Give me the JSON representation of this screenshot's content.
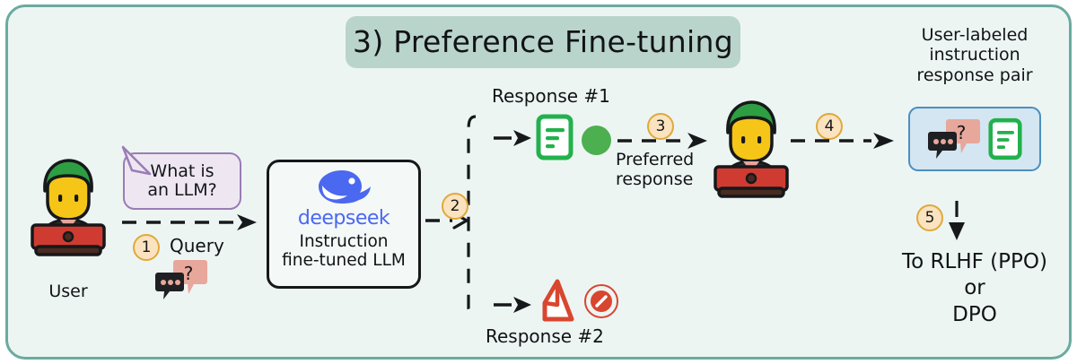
{
  "diagram": {
    "title": "3) Preference Fine-tuning",
    "frame_border_color": "#6aab9f",
    "frame_bg_color": "#edf5f3",
    "title_pill_color": "#b9d4cb"
  },
  "user": {
    "label": "User",
    "bubble_line1": "What is",
    "bubble_line2": "an LLM?",
    "bubble_fill": "#eee7f2",
    "bubble_border": "#9b7cb5",
    "hair_color": "#2e9e43",
    "face_color": "#f5c518",
    "laptop_color": "#cf3b31"
  },
  "model": {
    "brand": "deepseek",
    "brand_color": "#4a68f0",
    "caption_line1": "Instruction",
    "caption_line2": "fine-tuned LLM",
    "logo_icon": "whale-icon"
  },
  "steps": [
    {
      "number": "1",
      "label": "Query"
    },
    {
      "number": "2",
      "label": ""
    },
    {
      "number": "3",
      "label_line1": "Preferred",
      "label_line2": "response"
    },
    {
      "number": "4",
      "label": ""
    },
    {
      "number": "5",
      "label": ""
    }
  ],
  "responses": {
    "first": {
      "label": "Response #1",
      "doc_icon": "document-icon",
      "doc_color": "#22b14c",
      "verdict_icon": "green-circle-icon",
      "verdict_color": "#4caf50"
    },
    "second": {
      "label": "Response #2",
      "doc_icon": "crumpled-document-icon",
      "doc_color": "#d9462f",
      "verdict_icon": "reject-circle-icon",
      "verdict_color": "#d9462f"
    }
  },
  "output": {
    "caption_line1": "User-labeled",
    "caption_line2": "instruction",
    "caption_line3": "response pair",
    "pair_fill": "#d3e6f2",
    "pair_border": "#4c8fbe",
    "chat_icon": "chat-bubbles-icon",
    "doc_icon": "document-icon",
    "next_line1": "To RLHF (PPO)",
    "next_line2": "or",
    "next_line3": "DPO"
  }
}
